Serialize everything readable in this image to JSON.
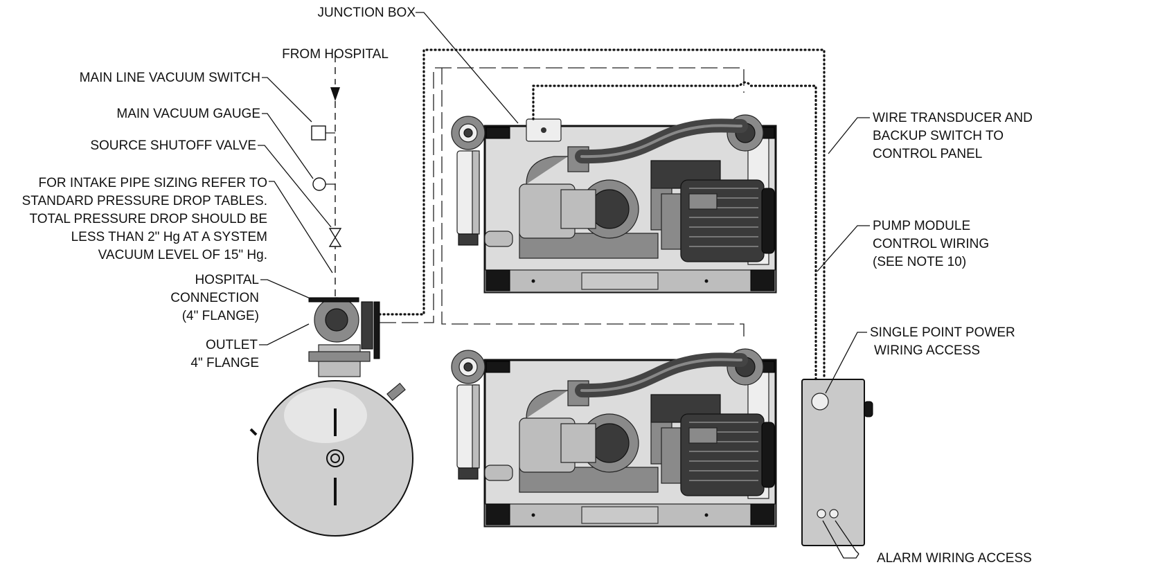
{
  "labels": {
    "junction_box": "JUNCTION BOX",
    "from_hospital": "FROM HOSPITAL",
    "main_line_vacuum_switch": "MAIN LINE VACUUM SWITCH",
    "main_vacuum_gauge": "MAIN VACUUM GAUGE",
    "source_shutoff_valve": "SOURCE SHUTOFF VALVE",
    "intake_note": [
      "FOR INTAKE PIPE SIZING REFER TO",
      "STANDARD PRESSURE DROP TABLES.",
      "TOTAL PRESSURE DROP SHOULD BE",
      "LESS THAN 2\" Hg AT A SYSTEM",
      "VACUUM LEVEL OF 15\" Hg."
    ],
    "hospital_connection": [
      "HOSPITAL",
      "CONNECTION",
      "(4\" FLANGE)"
    ],
    "outlet": [
      "OUTLET",
      "4\" FLANGE"
    ],
    "wire_transducer": [
      "WIRE TRANSDUCER AND",
      "BACKUP SWITCH TO",
      "CONTROL PANEL"
    ],
    "pump_module_wiring": [
      "PUMP MODULE",
      "CONTROL WIRING",
      "(SEE NOTE 10)"
    ],
    "single_point_power": [
      "SINGLE POINT POWER",
      "WIRING ACCESS"
    ],
    "alarm_wiring": "ALARM WIRING ACCESS"
  },
  "colors": {
    "line": "#111111",
    "frame": "#dcdcdc",
    "motor": "#3a3a3a",
    "panel": "#c9c9c9"
  },
  "icons": [
    "vacuum-switch-icon",
    "vacuum-gauge-icon",
    "shutoff-valve-icon",
    "flow-arrow-icon"
  ]
}
